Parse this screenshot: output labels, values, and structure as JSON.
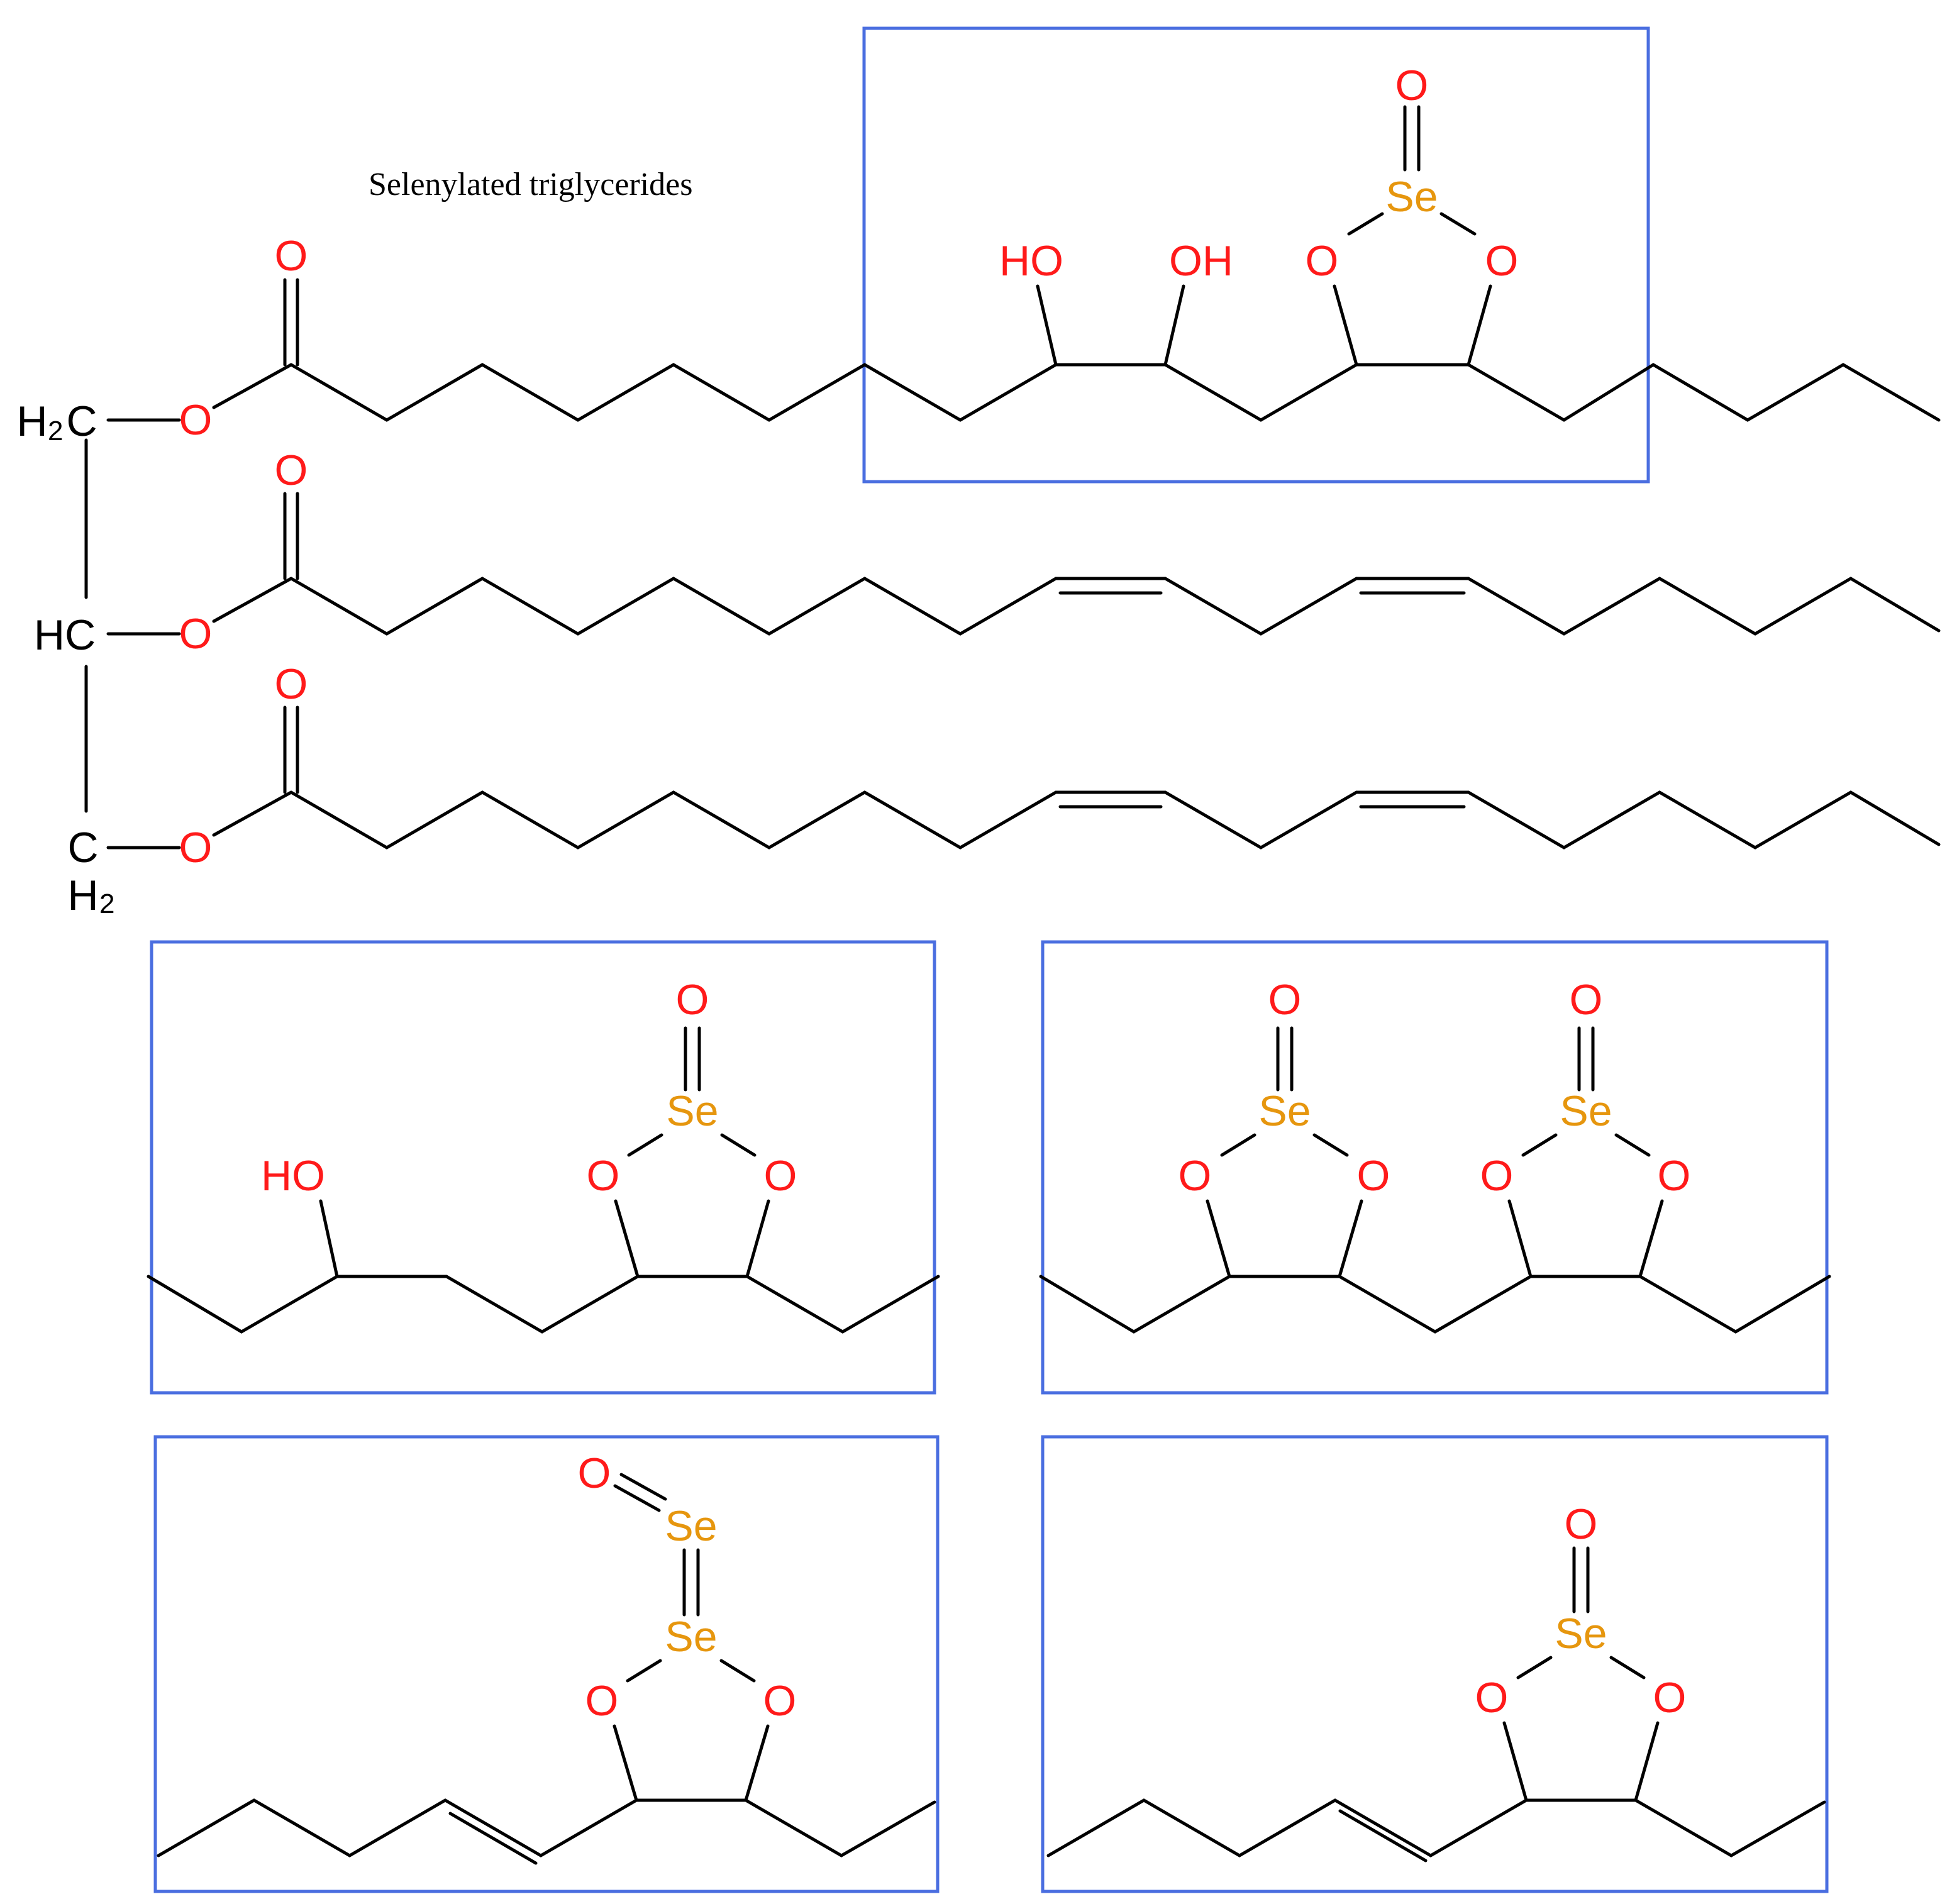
{
  "title": "Selenylated triglycerides",
  "colors": {
    "oxygen": "#ff1a1a",
    "selenium": "#e6960e",
    "carbon": "#000000",
    "frame": "#4a6ee0"
  },
  "atoms": {
    "oxygen": "O",
    "selenium": "Se",
    "hydroxyl_left": "HO",
    "hydroxyl_right": "OH",
    "carbon_h": "C",
    "ch": "HC",
    "hydrogen": "H",
    "subscript_2": "2"
  }
}
